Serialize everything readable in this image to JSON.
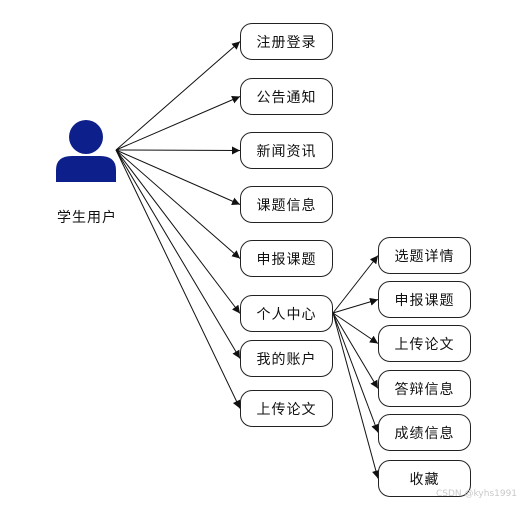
{
  "actor": {
    "label": "学生用户",
    "icon": "user-icon",
    "color": "#0d1f8a"
  },
  "main_items": [
    {
      "label": "注册登录"
    },
    {
      "label": "公告通知"
    },
    {
      "label": "新闻资讯"
    },
    {
      "label": "课题信息"
    },
    {
      "label": "申报课题"
    },
    {
      "label": "个人中心"
    },
    {
      "label": "我的账户"
    },
    {
      "label": "上传论文"
    }
  ],
  "sub_items": [
    {
      "label": "选题详情"
    },
    {
      "label": "申报课题"
    },
    {
      "label": "上传论文"
    },
    {
      "label": "答辩信息"
    },
    {
      "label": "成绩信息"
    },
    {
      "label": "收藏"
    }
  ],
  "watermark": "CSDN @kyhs1991"
}
